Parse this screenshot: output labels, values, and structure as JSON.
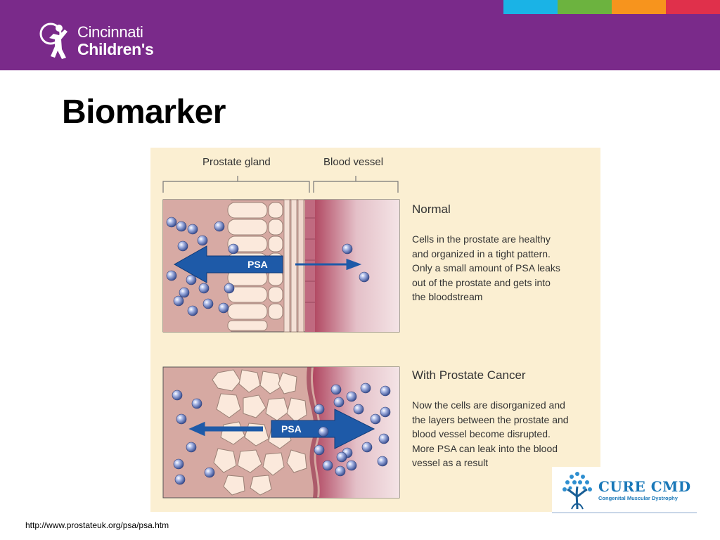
{
  "header": {
    "brand_line1": "Cincinnati",
    "brand_line2": "Children's",
    "strip_colors": [
      "#1ab3e6",
      "#6cb33f",
      "#f7941d",
      "#e0304b"
    ]
  },
  "slide": {
    "title": "Biomarker",
    "source": "http://www.prostateuk.org/psa/psa.htm"
  },
  "figure": {
    "label_gland": "Prostate gland",
    "label_vessel": "Blood vessel",
    "arrow_label": "PSA",
    "normal": {
      "title": "Normal",
      "lines": [
        "Cells in the prostate are healthy",
        "and organized in a tight pattern.",
        "Only a small amount of PSA leaks",
        "out of the prostate and gets into",
        "the bloodstream"
      ]
    },
    "cancer": {
      "title": "With Prostate Cancer",
      "lines": [
        "Now the cells are disorganized and",
        "the layers between the prostate and",
        "blood vessel become disrupted.",
        "More PSA can leak into the blood",
        "vessel as a result"
      ]
    }
  },
  "cure_logo": {
    "name": "CURE CMD",
    "tagline": "Congenital Muscular Dystrophy"
  },
  "colors": {
    "header_purple": "#7a2a8a",
    "figure_bg": "#fbefd2",
    "arrow_blue": "#1e5aa8"
  }
}
